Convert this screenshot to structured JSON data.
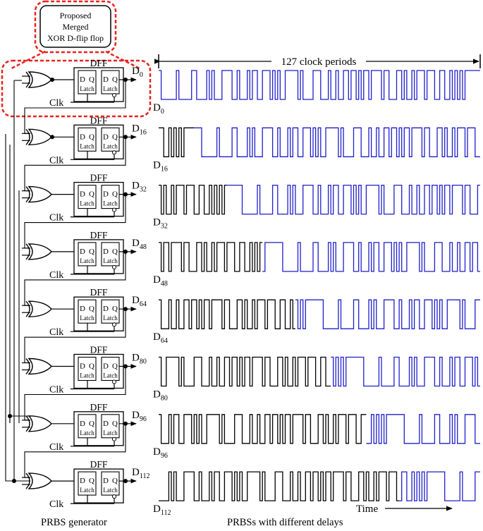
{
  "callout": {
    "lines": [
      "Proposed",
      "Merged",
      "XOR D-flip flop"
    ]
  },
  "header": {
    "span_label": "127 clock periods"
  },
  "dff": {
    "title": "DFF",
    "pin_d": "D",
    "pin_q": "Q",
    "latch": "Latch",
    "clock": "Clk"
  },
  "stages": [
    {
      "out": "D",
      "sub": "0"
    },
    {
      "out": "D",
      "sub": "16"
    },
    {
      "out": "D",
      "sub": "32"
    },
    {
      "out": "D",
      "sub": "48"
    },
    {
      "out": "D",
      "sub": "64"
    },
    {
      "out": "D",
      "sub": "80"
    },
    {
      "out": "D",
      "sub": "96"
    },
    {
      "out": "D",
      "sub": "112"
    }
  ],
  "time_axis": {
    "label": "Time"
  },
  "captions": {
    "left": "PRBS generator",
    "right": "PRBSs with different delays"
  },
  "colors": {
    "waveform_primary": "#1f1fcc",
    "waveform_prefix": "#000000",
    "highlight": "#e8231f"
  }
}
